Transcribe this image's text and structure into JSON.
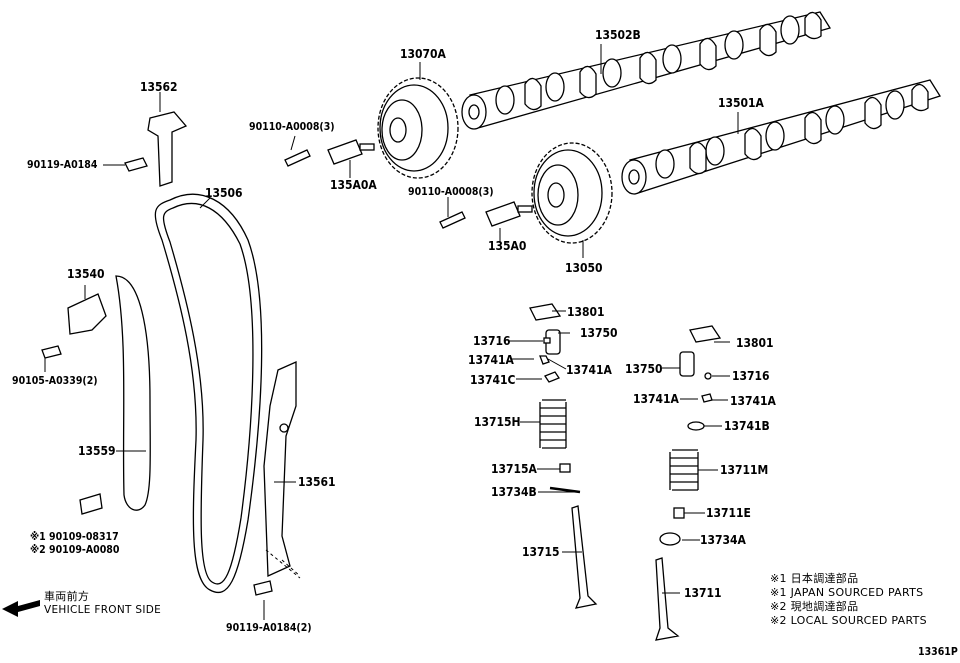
{
  "labels": {
    "p13502b": "13502B",
    "p13070a": "13070A",
    "p13562": "13562",
    "p90110_1": "90110-A0008(3)",
    "p90119_1": "90119-A0184",
    "p135a0a": "135A0A",
    "p13501a": "13501A",
    "p13506": "13506",
    "p90110_2": "90110-A0008(3)",
    "p135a0": "135A0",
    "p13050": "13050",
    "p13540": "13540",
    "p90105": "90105-A0339(2)",
    "p13801_1": "13801",
    "p13716_1": "13716",
    "p13750_1": "13750",
    "p13741a_1": "13741A",
    "p13741a_2": "13741A",
    "p13741c": "13741C",
    "p13801_2": "13801",
    "p13750_2": "13750",
    "p13716_2": "13716",
    "p13741a_3": "13741A",
    "p13741a_4": "13741A",
    "p13741b": "13741B",
    "p13715h": "13715H",
    "p13711m": "13711M",
    "p13715a": "13715A",
    "p13734b": "13734B",
    "p13711e": "13711E",
    "p13559": "13559",
    "p13561": "13561",
    "p13734a": "13734A",
    "p13715": "13715",
    "p13711": "13711",
    "p90109_1": "※1 90109-08317",
    "p90109_2": "※2 90109-A0080",
    "p90119_2": "90119-A0184(2)"
  },
  "direction": {
    "jp": "車両前方",
    "en": "VEHICLE FRONT SIDE",
    "icon": "arrow-left-icon"
  },
  "notes": [
    "※1 日本調達部品",
    "※1 JAPAN SOURCED PARTS",
    "※2 現地調達部品",
    "※2 LOCAL SOURCED PARTS"
  ],
  "figure_id": "13361P"
}
